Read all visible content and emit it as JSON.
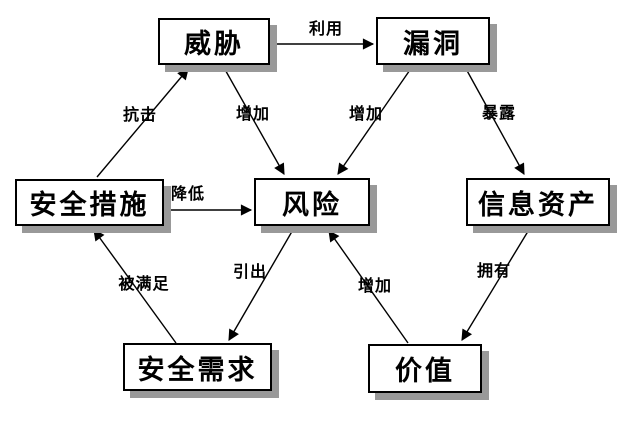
{
  "diagram_title": "risk-relationship-diagram",
  "colors": {
    "background": "#ffffff",
    "line": "#000000",
    "box_border": "#000000",
    "box_fill": "#ffffff",
    "box_shadow": "#999999"
  },
  "nodes": {
    "threat": {
      "label": "威胁"
    },
    "vulnerability": {
      "label": "漏洞"
    },
    "security_measures": {
      "label": "安全措施"
    },
    "risk": {
      "label": "风险"
    },
    "information_assets": {
      "label": "信息资产"
    },
    "security_requirements": {
      "label": "安全需求"
    },
    "value": {
      "label": "价值"
    }
  },
  "edges": {
    "exploit": {
      "label": "利用",
      "from": "threat",
      "to": "vulnerability"
    },
    "resist": {
      "label": "抗击",
      "from": "security_measures",
      "to": "threat"
    },
    "increase_by_threat": {
      "label": "增加",
      "from": "threat",
      "to": "risk"
    },
    "increase_by_vulnerability": {
      "label": "增加",
      "from": "vulnerability",
      "to": "risk"
    },
    "expose": {
      "label": "暴露",
      "from": "vulnerability",
      "to": "information_assets"
    },
    "reduce": {
      "label": "降低",
      "from": "security_measures",
      "to": "risk"
    },
    "satisfied_by": {
      "label": "被满足",
      "from": "security_requirements",
      "to": "security_measures"
    },
    "lead_to": {
      "label": "引出",
      "from": "risk",
      "to": "security_requirements"
    },
    "increase_by_value": {
      "label": "增加",
      "from": "value",
      "to": "risk"
    },
    "possess": {
      "label": "拥有",
      "from": "information_assets",
      "to": "value"
    }
  }
}
